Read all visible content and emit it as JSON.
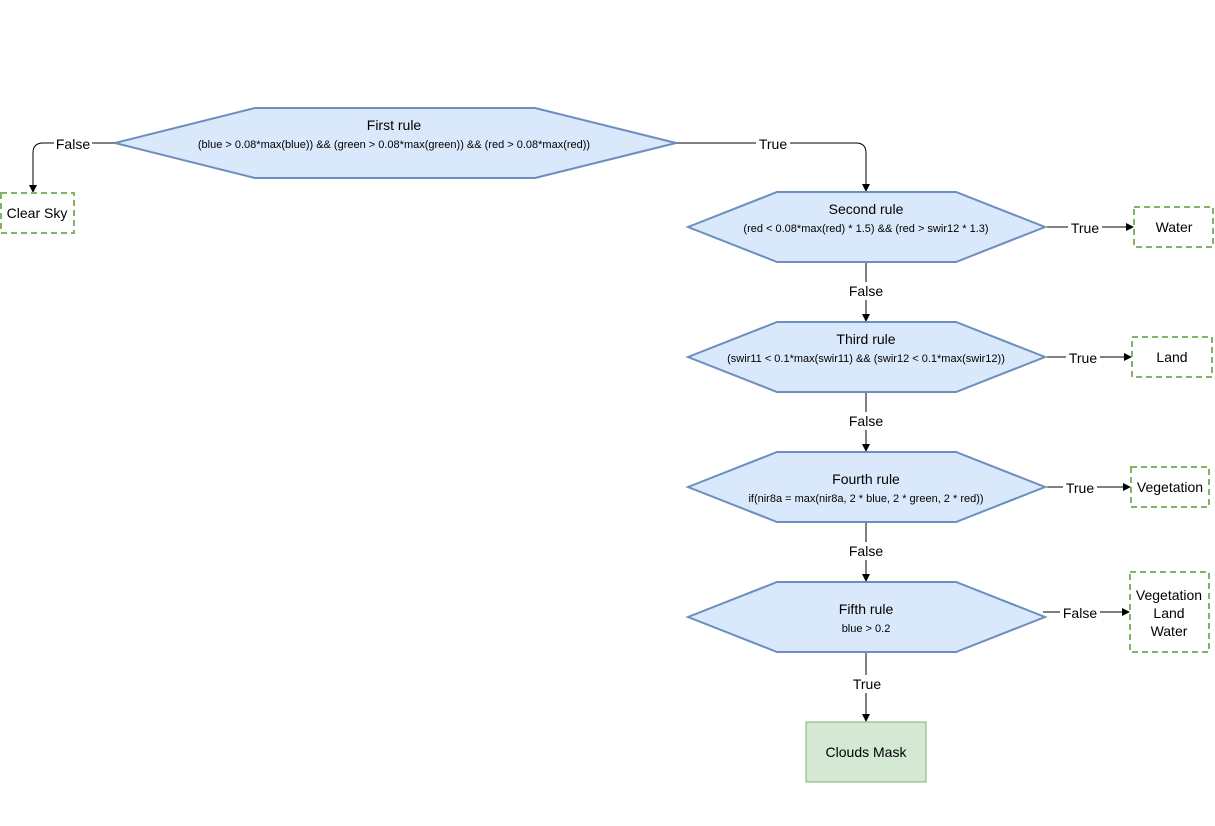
{
  "rules": {
    "first": {
      "title": "First rule",
      "expression": "(blue > 0.08*max(blue)) && (green > 0.08*max(green)) && (red > 0.08*max(red))"
    },
    "second": {
      "title": "Second rule",
      "expression": "(red < 0.08*max(red) * 1.5) && (red > swir12 * 1.3)"
    },
    "third": {
      "title": "Third rule",
      "expression": "(swir11 < 0.1*max(swir11) && (swir12 < 0.1*max(swir12))"
    },
    "fourth": {
      "title": "Fourth rule",
      "expression": "if(nir8a = max(nir8a, 2 * blue, 2 * green, 2 * red))"
    },
    "fifth": {
      "title": "Fifth rule",
      "expression": "blue > 0.2"
    }
  },
  "outcomes": {
    "clear_sky": "Clear Sky",
    "water": "Water",
    "land": "Land",
    "vegetation": "Vegetation",
    "veg_land_water": [
      "Vegetation",
      "Land",
      "Water"
    ],
    "clouds_mask": "Clouds Mask"
  },
  "edge_labels": {
    "first_false": "False",
    "first_true": "True",
    "second_true": "True",
    "second_false": "False",
    "third_true": "True",
    "third_false": "False",
    "fourth_true": "True",
    "fourth_false": "False",
    "fifth_false": "False",
    "fifth_true": "True"
  },
  "colors": {
    "rule_fill": "#dae8fc",
    "rule_stroke": "#6c8ebf",
    "outcome_stroke": "#82b366",
    "final_fill": "#d5e8d4"
  }
}
